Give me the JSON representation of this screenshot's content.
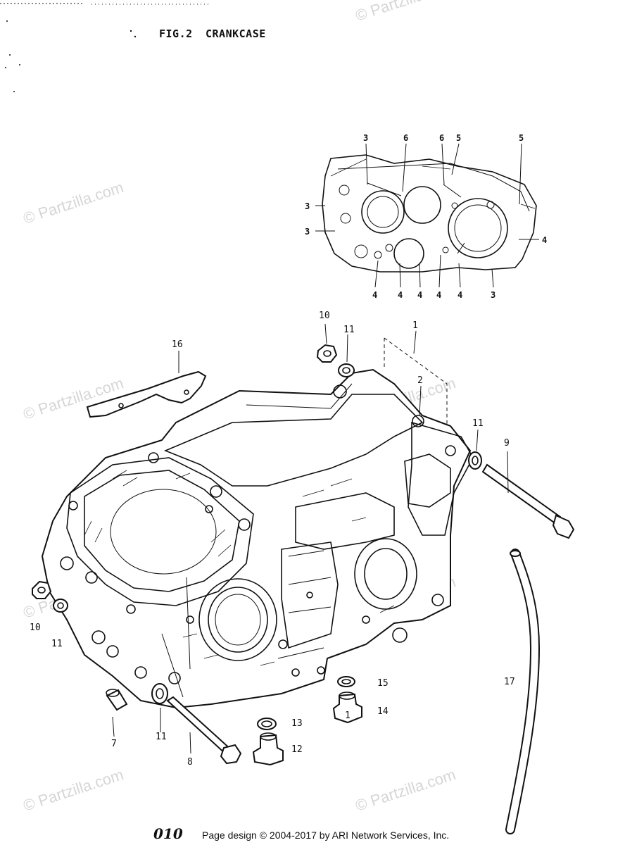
{
  "header": {
    "fig_label": "FIG.2",
    "fig_title": "CRANKCASE"
  },
  "watermark": {
    "text": "© Partzilla.com"
  },
  "inset_callouts": [
    "3",
    "6",
    "6",
    "5",
    "5",
    "3",
    "3",
    "4",
    "4",
    "4",
    "4",
    "4",
    "4",
    "3"
  ],
  "callouts": [
    "10",
    "11",
    "1",
    "16",
    "2",
    "11",
    "9",
    "10",
    "11",
    "17",
    "15",
    "14",
    "13",
    "12",
    "7",
    "11",
    "8"
  ],
  "footer": {
    "page_number": "010",
    "credit": "Page design © 2004-2017 by ARI Network Services, Inc."
  }
}
